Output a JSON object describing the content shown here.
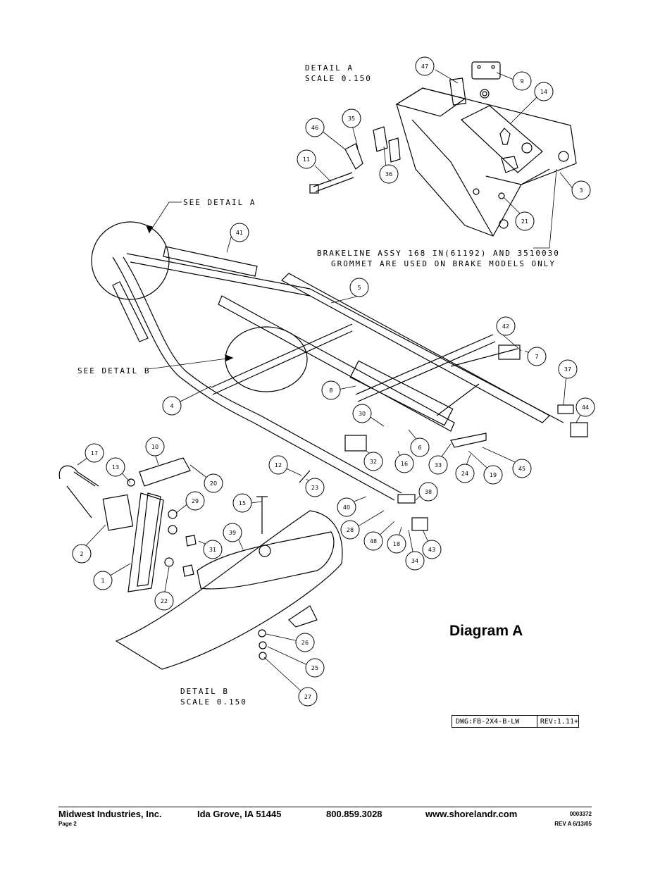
{
  "detail_a": {
    "line1": "DETAIL  A",
    "line2": "SCALE  0.150"
  },
  "detail_b": {
    "line1": "DETAIL  B",
    "line2": "SCALE  0.150"
  },
  "see_detail_a": "SEE DETAIL  A",
  "see_detail_b": "SEE DETAIL  B",
  "brakeline_note": {
    "line1": "BRAKELINE ASSY 168 IN(61192) AND 3510030",
    "line2": "GROMMET ARE USED ON BRAKE MODELS ONLY"
  },
  "diagram_title": "Diagram A",
  "drawing_block": {
    "dwg": "DWG:FB-2X4-B-LW",
    "rev": "REV:1.11+"
  },
  "callouts": [
    {
      "id": "47"
    },
    {
      "id": "9"
    },
    {
      "id": "14"
    },
    {
      "id": "35"
    },
    {
      "id": "46"
    },
    {
      "id": "11"
    },
    {
      "id": "36"
    },
    {
      "id": "3"
    },
    {
      "id": "21"
    },
    {
      "id": "41"
    },
    {
      "id": "5"
    },
    {
      "id": "42"
    },
    {
      "id": "7"
    },
    {
      "id": "37"
    },
    {
      "id": "44"
    },
    {
      "id": "4"
    },
    {
      "id": "8"
    },
    {
      "id": "30"
    },
    {
      "id": "6"
    },
    {
      "id": "32"
    },
    {
      "id": "16"
    },
    {
      "id": "33"
    },
    {
      "id": "24"
    },
    {
      "id": "19"
    },
    {
      "id": "45"
    },
    {
      "id": "17"
    },
    {
      "id": "10"
    },
    {
      "id": "13"
    },
    {
      "id": "20"
    },
    {
      "id": "12"
    },
    {
      "id": "23"
    },
    {
      "id": "2"
    },
    {
      "id": "29"
    },
    {
      "id": "15"
    },
    {
      "id": "38"
    },
    {
      "id": "40"
    },
    {
      "id": "28"
    },
    {
      "id": "39"
    },
    {
      "id": "31"
    },
    {
      "id": "48"
    },
    {
      "id": "18"
    },
    {
      "id": "43"
    },
    {
      "id": "34"
    },
    {
      "id": "1"
    },
    {
      "id": "22"
    },
    {
      "id": "26"
    },
    {
      "id": "25"
    },
    {
      "id": "27"
    }
  ],
  "footer": {
    "company": "Midwest Industries, Inc.",
    "city": "Ida Grove, IA  51445",
    "phone": "800.859.3028",
    "website": "www.shorelandr.com",
    "page": "Page 2",
    "doc_number": "0003372",
    "revision": "REV A  6/13/05"
  }
}
